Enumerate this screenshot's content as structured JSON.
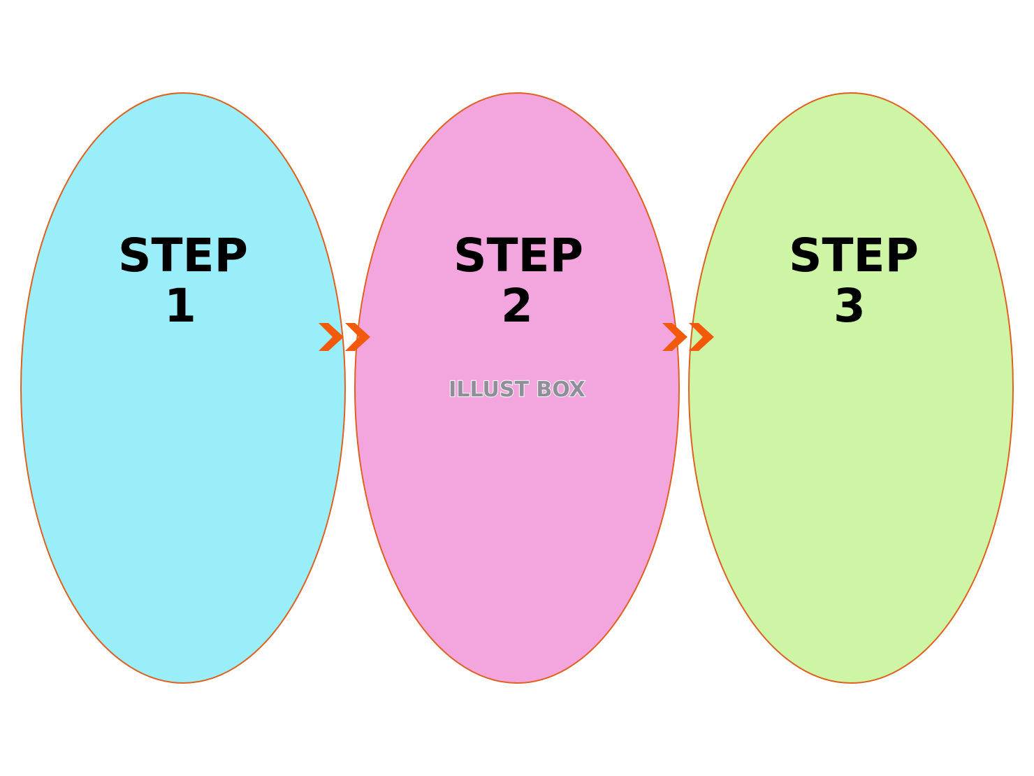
{
  "diagram": {
    "steps": [
      {
        "title": "STEP",
        "number": "1",
        "fill": "#99eefa",
        "stroke": "#e0601e"
      },
      {
        "title": "STEP",
        "number": "2",
        "fill": "#f3a6de",
        "stroke": "#e0601e"
      },
      {
        "title": "STEP",
        "number": "3",
        "fill": "#cdf5a5",
        "stroke": "#e0601e"
      }
    ],
    "connector_icon": "double-chevron-right-icon",
    "connector_color": "#f05a0a",
    "watermark": "ILLUST BOX"
  }
}
